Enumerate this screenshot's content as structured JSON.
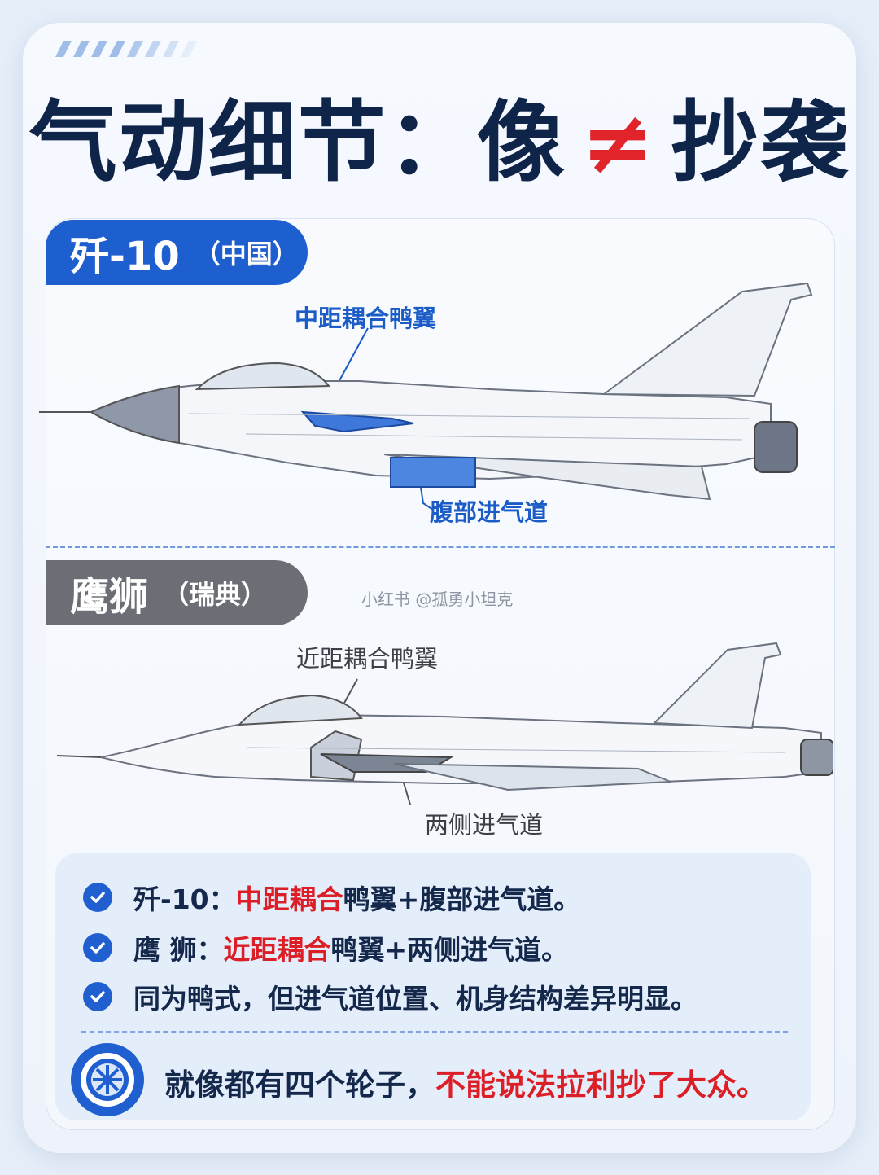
{
  "title": {
    "left": "气动细节：像",
    "neq": "≠",
    "right": "抄袭"
  },
  "j10": {
    "name": "歼-10",
    "country": "（中国）",
    "canard_label": "中距耦合鸭翼",
    "intake_label": "腹部进气道",
    "accent": "#1e5fd0"
  },
  "gripen": {
    "name": "鹰狮",
    "country": "（瑞典）",
    "canard_label": "近距耦合鸭翼",
    "intake_label": "两侧进气道",
    "accent": "#6b6e75"
  },
  "watermark": "小红书 @孤勇小坦克",
  "summary": {
    "row1": {
      "prefix": "歼-10：",
      "highlight": "中距耦合",
      "suffix": "鸭翼+腹部进气道。"
    },
    "row2": {
      "prefix": "鹰 狮：",
      "highlight": "近距耦合",
      "suffix": "鸭翼+两侧进气道。"
    },
    "row3": {
      "text": "同为鸭式，但进气道位置、机身结构差异明显。"
    },
    "final": {
      "prefix": "就像都有四个轮子，",
      "highlight": "不能说法拉利抄了大众。"
    }
  },
  "icons": [
    "check-icon",
    "wheel-icon"
  ],
  "colors": {
    "title": "#0f2449",
    "red": "#dc1f27",
    "blue": "#1c5cc6"
  }
}
